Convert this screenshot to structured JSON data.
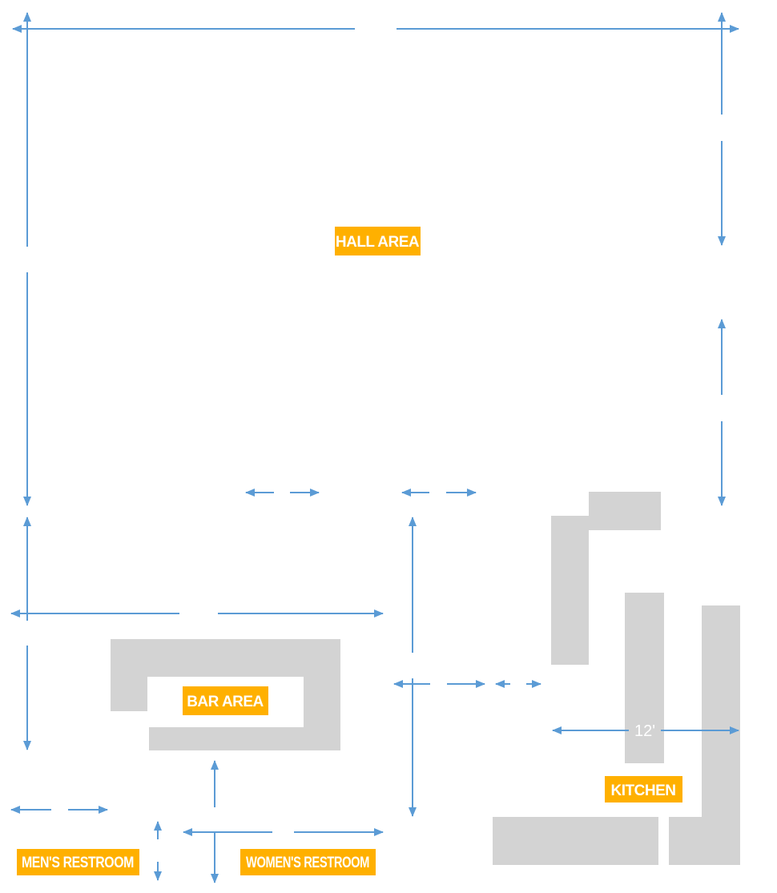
{
  "labels": {
    "hall": "HALL AREA",
    "bar": "BAR AREA",
    "kitchen": "KITCHEN",
    "mens_restroom": "MEN'S RESTROOM",
    "womens_restroom": "WOMEN'S RESTROOM"
  },
  "dimensions": {
    "kitchen_width": "12'"
  },
  "colors": {
    "label_background": "#FFB000",
    "label_text": "#FFFFFF",
    "dimension_line": "#5B9BD5",
    "fixture": "#D3D3D3"
  }
}
